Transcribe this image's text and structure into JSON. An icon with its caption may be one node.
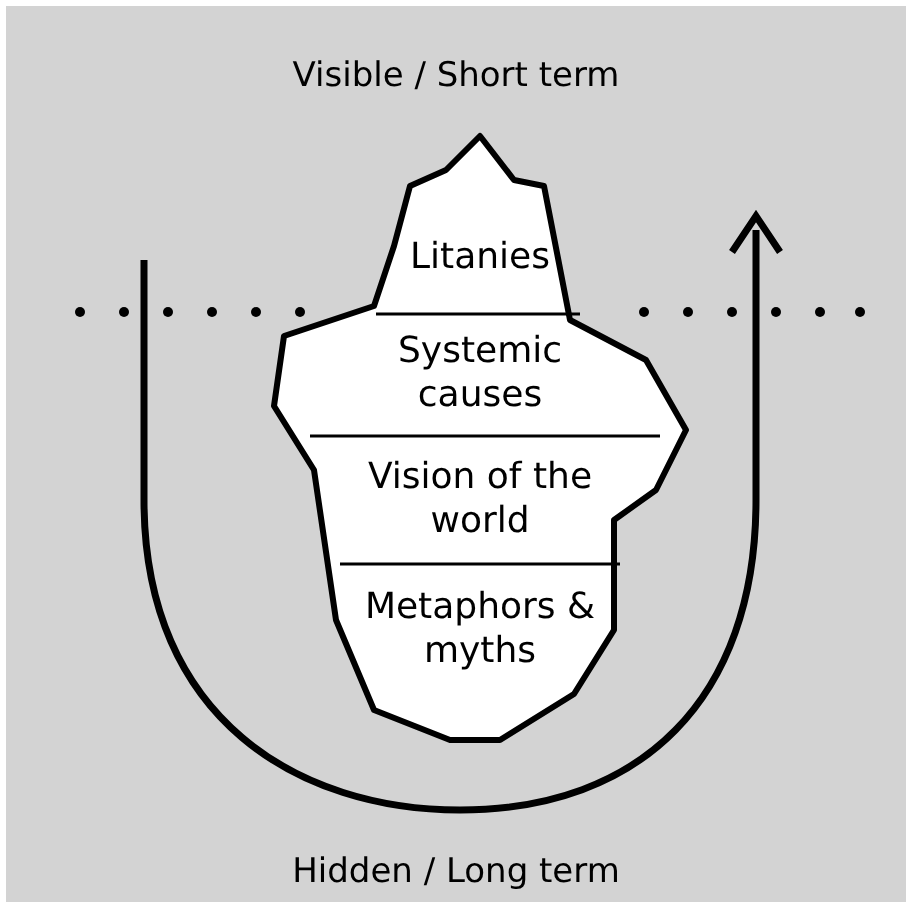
{
  "diagram": {
    "nodes": [
      {
        "text": [],
        "shape": "polygon"
      },
      {
        "text": [
          "Litanies"
        ],
        "in": 0
      },
      {
        "text": [
          "Systemic causes"
        ],
        "in": 0
      },
      {
        "text": [
          "Vision of the world"
        ],
        "in": 0
      },
      {
        "text": [
          "Metaphors & myths"
        ],
        "in": 0
      }
    ],
    "labels": [
      "Visible / Short term",
      "Hidden / Long term"
    ]
  }
}
